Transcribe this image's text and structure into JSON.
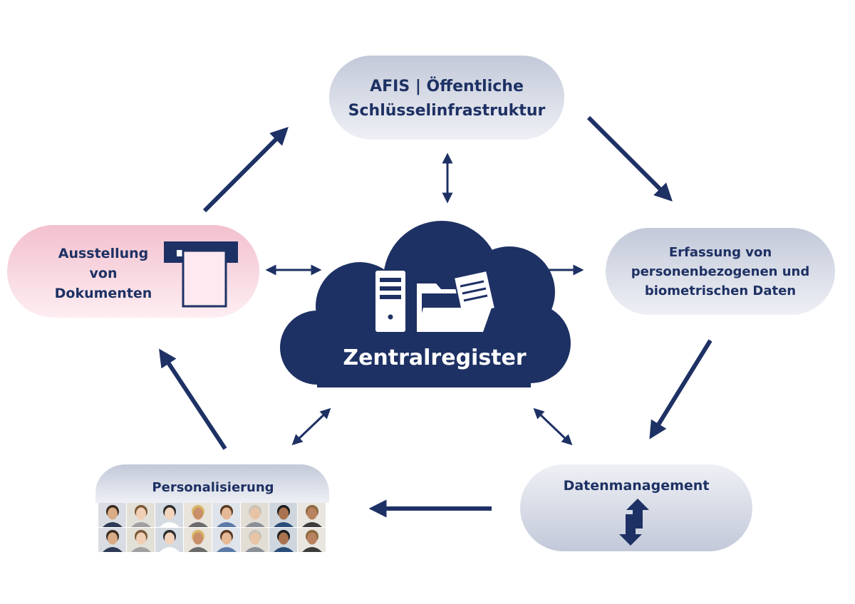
{
  "nodes": {
    "afis": {
      "line1": "AFIS | Öffentliche",
      "line2": "Schlüsselinfrastruktur"
    },
    "erfassung": {
      "line1": "Erfassung von",
      "line2": "personenbezogenen und",
      "line3": "biometrischen Daten"
    },
    "datenmanagement": {
      "label": "Datenmanagement"
    },
    "personalisierung": {
      "label": "Personalisierung"
    },
    "ausstellung": {
      "line1": "Ausstellung",
      "line2": "von",
      "line3": "Dokumenten"
    },
    "zentralregister": {
      "label": "Zentralregister"
    }
  },
  "colors": {
    "navy": "#1e3164",
    "pill_grey_light": "#e9ecf3",
    "pill_grey_dark": "#c2c8d8",
    "pill_pink_light": "#fbe6ec",
    "pill_pink_dark": "#f1b7c6"
  },
  "icons": [
    "server-icon",
    "folder-document-icon",
    "card-slot-icon",
    "up-down-arrows-icon",
    "portrait-grid"
  ]
}
